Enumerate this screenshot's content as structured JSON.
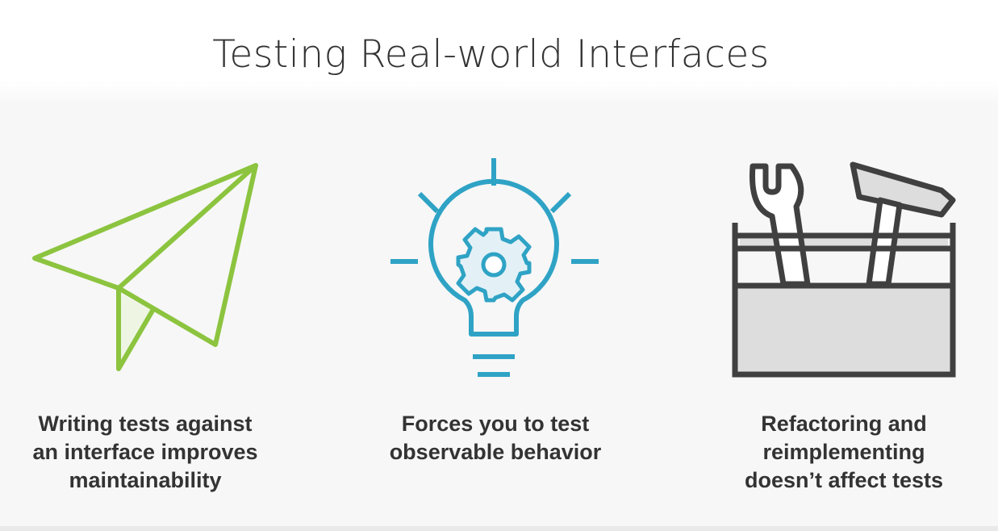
{
  "slide": {
    "title": "Testing Real-world Interfaces",
    "columns": [
      {
        "icon": "paper-plane-icon",
        "color": "#8cc43f",
        "caption_lines": [
          "Writing tests against",
          "an interface improves",
          "maintainability"
        ]
      },
      {
        "icon": "lightbulb-gear-icon",
        "color": "#2fa3c5",
        "caption_lines": [
          "Forces you to test",
          "observable behavior"
        ]
      },
      {
        "icon": "toolbox-icon",
        "color": "#404040",
        "caption_lines": [
          "Refactoring and",
          "reimplementing",
          "doesn’t affect tests"
        ]
      }
    ]
  }
}
